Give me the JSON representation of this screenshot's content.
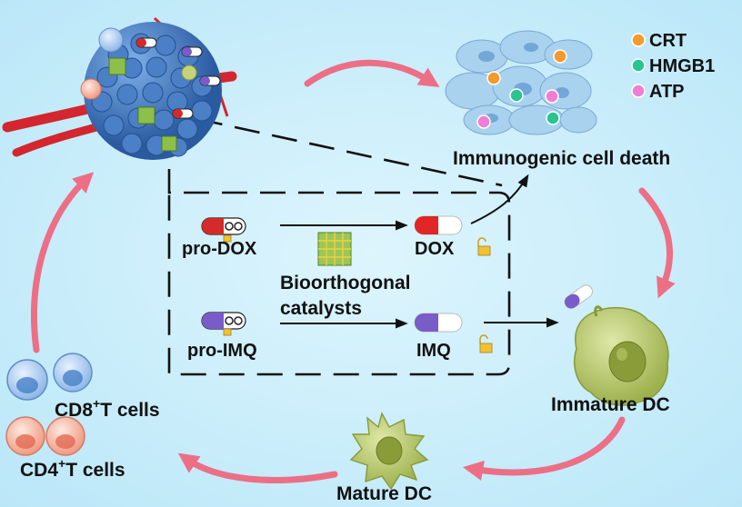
{
  "legend": {
    "crt": "CRT",
    "hmgb1": "HMGB1",
    "atp": "ATP"
  },
  "labels": {
    "icd": "Immunogenic cell death",
    "pro_dox": "pro-DOX",
    "dox": "DOX",
    "catalysts_line1": "Bioorthogonal",
    "catalysts_line2": "catalysts",
    "pro_imq": "pro-IMQ",
    "imq": "IMQ",
    "immature_dc": "Immature DC",
    "mature_dc": "Mature DC",
    "cd8_prefix": "CD8",
    "cd8_suffix": "T cells",
    "cd4_prefix": "CD4",
    "cd4_suffix": "T cells",
    "plus": "+"
  },
  "colors": {
    "background": "#c6ecfa",
    "cycle_arrow": "#ec6f86",
    "crt": "#f39a2a",
    "hmgb1": "#28c492",
    "atp": "#ef7fd6",
    "tumor": "#3d6fb4",
    "vessel": "#d3262e",
    "dc": "#a6b95a",
    "tcell_cd8": "#9cc4ec",
    "tcell_cd4": "#f3a58f"
  }
}
